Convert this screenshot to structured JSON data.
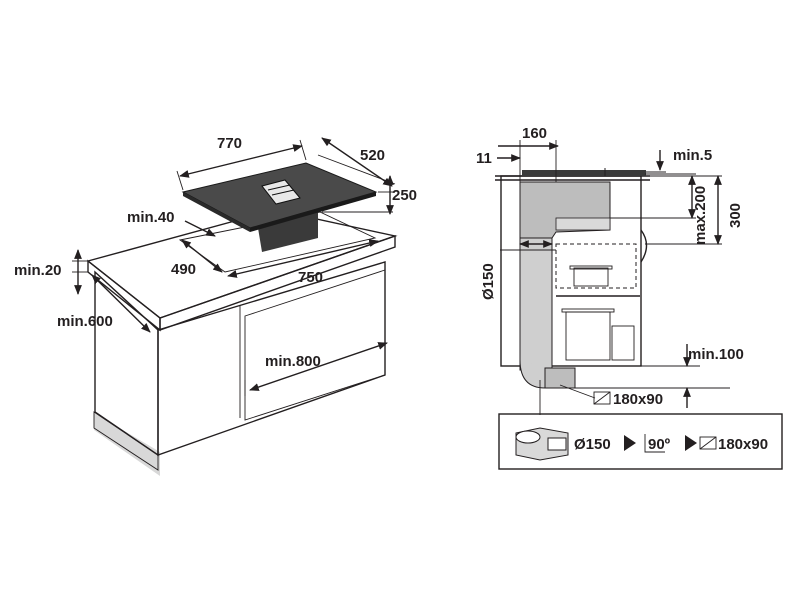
{
  "left": {
    "width_top": "770",
    "depth_top": "520",
    "height_top": "250",
    "min_gap_back": "min.40",
    "cutout_depth": "490",
    "cutout_width": "750",
    "min_top_thickness": "min.20",
    "min_cabinet_depth": "min.600",
    "min_cabinet_width": "min.800"
  },
  "right": {
    "duct_width": "160",
    "offset": "11",
    "min_clearance": "min.5",
    "max_height": "max.200",
    "total_height": "300",
    "duct_diameter": "Ø150",
    "min_plinth": "min.100",
    "flat_duct": "180x90"
  },
  "legend": {
    "round": "Ø150",
    "bend": "90º",
    "flat": "180x90"
  }
}
